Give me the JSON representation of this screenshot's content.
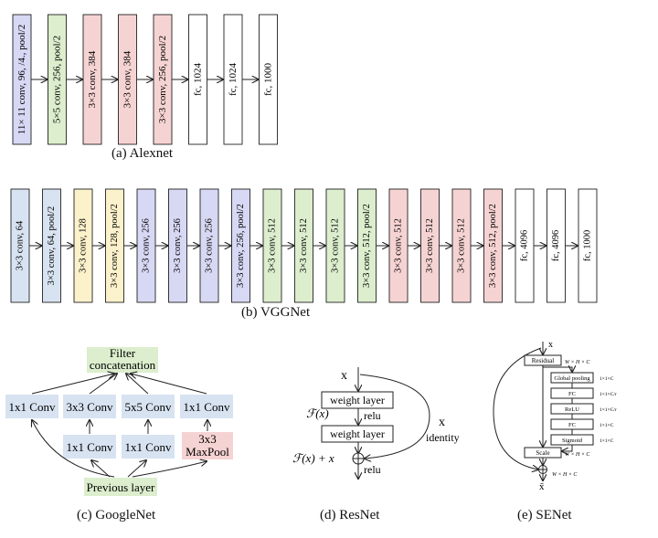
{
  "colors": {
    "purple": "#d7d8f3",
    "green": "#dceecd",
    "pink": "#f6d3d3",
    "yellow": "#fbf1cb",
    "blue": "#d8e3f1",
    "white": "#ffffff",
    "stroke": "#222222"
  },
  "alexnet": {
    "caption": "(a) Alexnet",
    "layers": [
      {
        "label": "11× 11 conv, 96, /4., pool/2",
        "color": "purple"
      },
      {
        "label": "5×5 conv, 256, pool/2",
        "color": "green"
      },
      {
        "label": "3×3 conv, 384",
        "color": "pink"
      },
      {
        "label": "3×3 conv, 384",
        "color": "pink"
      },
      {
        "label": "3×3 conv, 256, pool/2",
        "color": "pink"
      },
      {
        "label": "fc, 1024",
        "color": "white"
      },
      {
        "label": "fc, 1024",
        "color": "white"
      },
      {
        "label": "fc, 1000",
        "color": "white"
      }
    ]
  },
  "vggnet": {
    "caption": "(b) VGGNet",
    "layers": [
      {
        "label": "3×3 conv, 64",
        "color": "blue"
      },
      {
        "label": "3×3 conv, 64, pool/2",
        "color": "blue"
      },
      {
        "label": "3×3 conv, 128",
        "color": "yellow"
      },
      {
        "label": "3×3 conv, 128, pool/2",
        "color": "yellow"
      },
      {
        "label": "3×3 conv, 256",
        "color": "purple"
      },
      {
        "label": "3×3 conv, 256",
        "color": "purple"
      },
      {
        "label": "3×3 conv, 256",
        "color": "purple"
      },
      {
        "label": "3×3 conv, 256, pool/2",
        "color": "purple"
      },
      {
        "label": "3×3 conv, 512",
        "color": "green"
      },
      {
        "label": "3×3 conv, 512",
        "color": "green"
      },
      {
        "label": "3×3 conv, 512",
        "color": "green"
      },
      {
        "label": "3×3 conv, 512, pool/2",
        "color": "green"
      },
      {
        "label": "3×3 conv, 512",
        "color": "pink"
      },
      {
        "label": "3×3 conv, 512",
        "color": "pink"
      },
      {
        "label": "3×3 conv, 512",
        "color": "pink"
      },
      {
        "label": "3×3 conv, 512, pool/2",
        "color": "pink"
      },
      {
        "label": "fc, 4096",
        "color": "white"
      },
      {
        "label": "fc, 4096",
        "color": "white"
      },
      {
        "label": "fc, 1000",
        "color": "white"
      }
    ]
  },
  "googlenet": {
    "caption": "(c) GoogleNet",
    "filter_concat": [
      "Filter",
      "concatenation"
    ],
    "top_convs": [
      "1x1 Conv",
      "3x3 Conv",
      "5x5 Conv",
      "1x1 Conv"
    ],
    "mid_convs": [
      "1x1 Conv",
      "1x1 Conv"
    ],
    "maxpool": [
      "3x3",
      "MaxPool"
    ],
    "previous_layer": "Previous layer"
  },
  "resnet": {
    "caption": "(d) ResNet",
    "input": "x",
    "layer1": "weight layer",
    "relu1": "relu",
    "layer2": "weight layer",
    "fx": "ℱ(x)",
    "fx_plus_x": "ℱ(x) + x",
    "relu2": "relu",
    "identity_x": "x",
    "identity": "identity"
  },
  "senet": {
    "caption": "(e) SENet",
    "input": "x",
    "residual": "Residual",
    "dim_hwc": "W × H × C",
    "global_pooling": "Global pooling",
    "fc1": "FC",
    "relu": "ReLU",
    "fc2": "FC",
    "sigmoid": "Sigmoid",
    "scale": "Scale",
    "dims": [
      "1×1×C",
      "1×1×C/r",
      "1×1×C/r",
      "1×1×C",
      "1×1×C"
    ],
    "scale_dim": "W × H × C",
    "out_dim": "W × H × C",
    "output": "x̃"
  }
}
